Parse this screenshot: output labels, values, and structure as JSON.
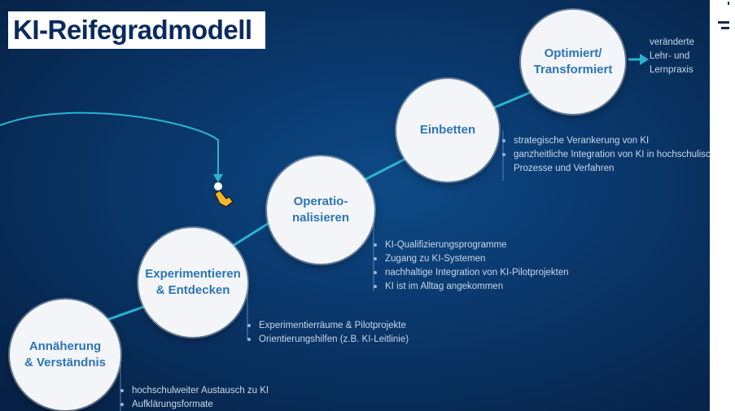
{
  "title": "KI-Reifegradmodell",
  "stages": [
    {
      "label": "Annäherung\n& Verständnis",
      "bullets": [
        "hochschulweiter Austausch zu KI",
        "Aufklärungsformate"
      ]
    },
    {
      "label": "Experimentieren\n& Entdecken",
      "bullets": [
        "Experimentierräume & Pilotprojekte",
        "Orientierungshilfen (z.B. KI-Leitlinie)"
      ]
    },
    {
      "label": "Operatio-\nnalisieren",
      "bullets": [
        "KI-Qualifizierungsprogramme",
        "Zugang zu KI-Systemen",
        "nachhaltige Integration von KI-Pilotprojekten",
        "KI ist im Alltag angekommen"
      ]
    },
    {
      "label": "Einbetten",
      "bullets": [
        "strategische Verankerung von KI",
        "ganzheitliche Integration von KI in hochschulische",
        "Prozesse und Verfahren"
      ]
    },
    {
      "label": "Optimiert/\nTransformiert",
      "bullets": []
    }
  ],
  "outcome_text": "veränderte\nLehr- und\nLernpraxis",
  "colors": {
    "background": "#0a3a70",
    "circle_fill": "#f3f5f8",
    "circle_text": "#2c75b8",
    "connector": "#2bb3cf",
    "title_text": "#0a2a5e",
    "bullet_text": "#c9d8ea"
  },
  "icons": {
    "cursor": "pointing-hand-icon",
    "arrow": "arrow-right-icon"
  }
}
